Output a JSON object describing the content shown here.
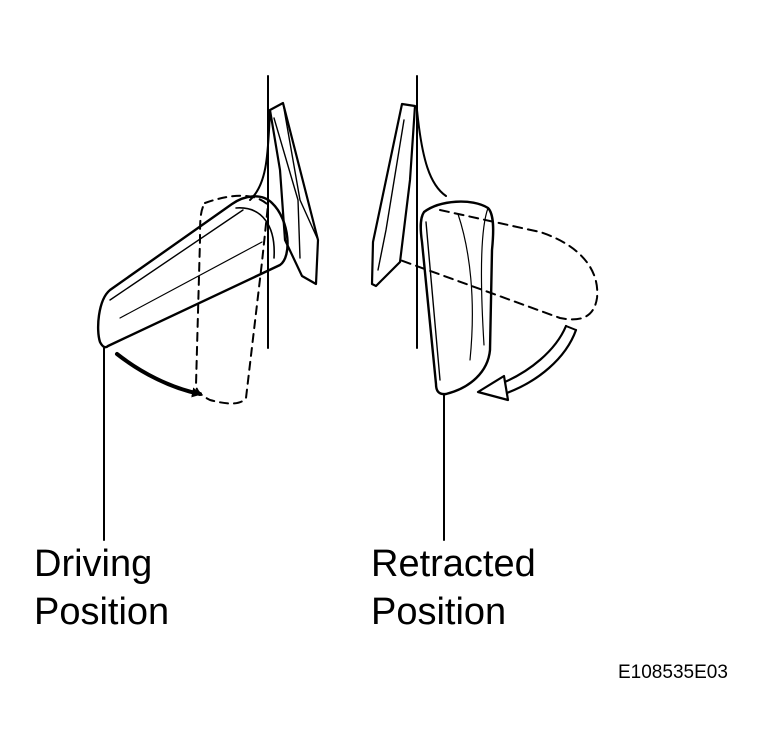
{
  "callouts": {
    "driving": {
      "line1": "Driving",
      "line2": "Position"
    },
    "retracted": {
      "line1": "Retracted",
      "line2": "Position"
    }
  },
  "figure_code": "E108535E03",
  "colors": {
    "ink": "#000000",
    "paper": "#ffffff"
  }
}
